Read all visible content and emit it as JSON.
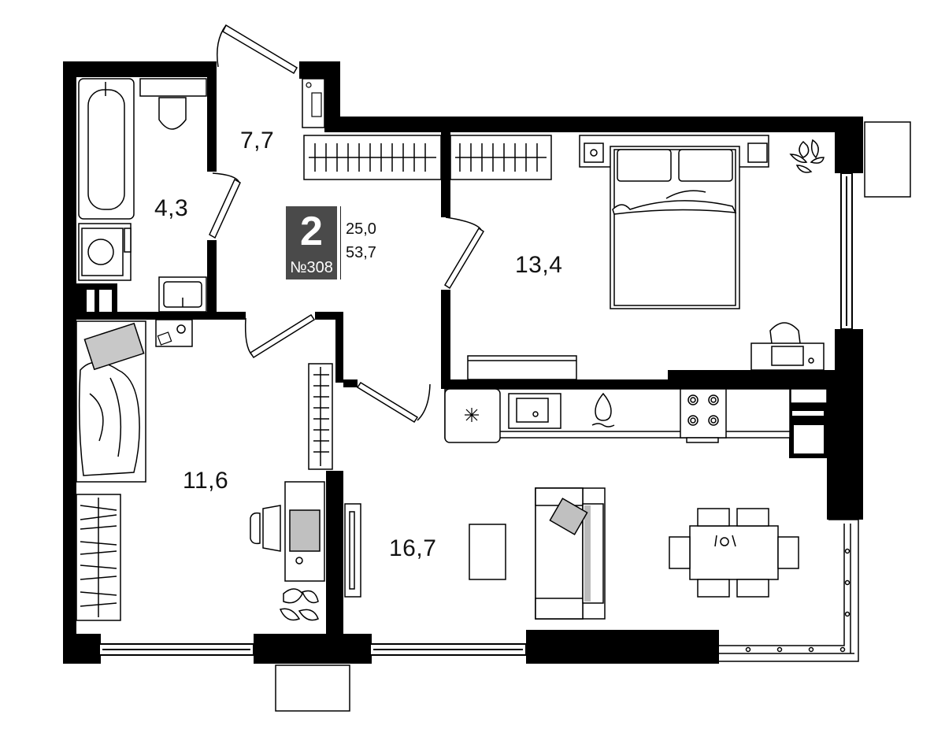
{
  "apartment": {
    "rooms": "2",
    "number": "№308",
    "living_area": "25,0",
    "total_area": "53,7"
  },
  "rooms": [
    {
      "id": "hall",
      "area": "7,7"
    },
    {
      "id": "bathroom",
      "area": "4,3"
    },
    {
      "id": "bedroom",
      "area": "13,4"
    },
    {
      "id": "kids-room",
      "area": "11,6"
    },
    {
      "id": "kitchen-living",
      "area": "16,7"
    }
  ],
  "colors": {
    "wall": "#000000",
    "furniture_stroke": "#222222",
    "furniture_fill": "#bbbbbb",
    "badge": "#4a4a4a"
  }
}
